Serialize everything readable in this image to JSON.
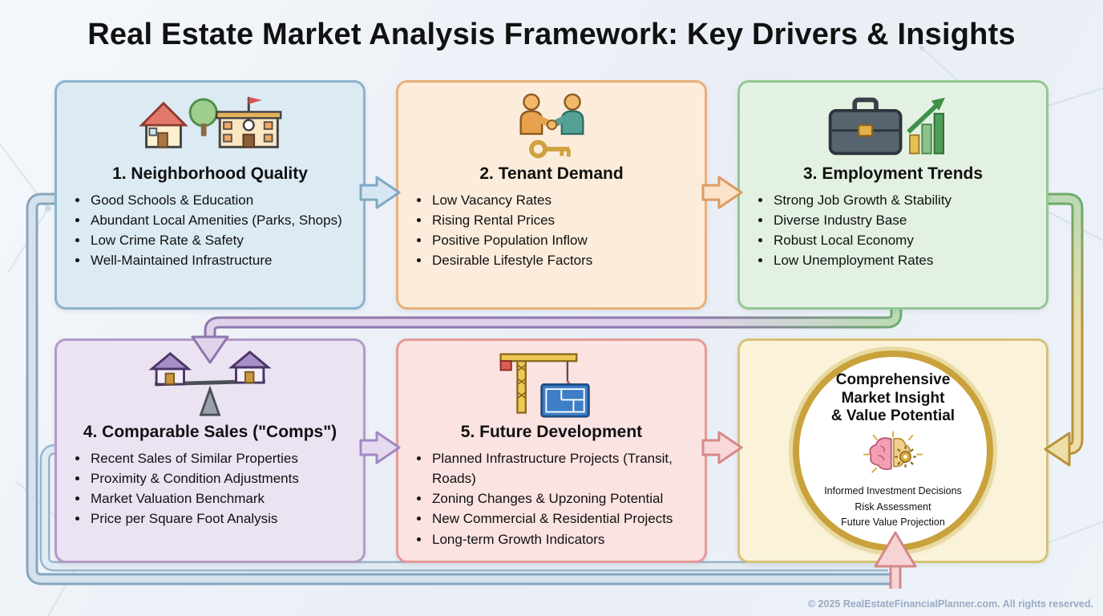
{
  "page": {
    "title": "Real Estate Market Analysis Framework: Key Drivers & Insights",
    "footer": "© 2025 RealEstateFinancialPlanner.com. All rights reserved.",
    "background": "#eef2f8"
  },
  "boxes": [
    {
      "id": "neighborhood-quality",
      "title": "1. Neighborhood Quality",
      "icon": "house-school-icon",
      "colors": {
        "bg": "#dceaf3",
        "border": "#8bb3cc"
      },
      "bullets": [
        "Good Schools & Education",
        "Abundant Local Amenities (Parks, Shops)",
        "Low Crime Rate & Safety",
        "Well-Maintained Infrastructure"
      ]
    },
    {
      "id": "tenant-demand",
      "title": "2. Tenant Demand",
      "icon": "handshake-key-icon",
      "colors": {
        "bg": "#fcecdb",
        "border": "#e9b078"
      },
      "bullets": [
        "Low Vacancy Rates",
        "Rising Rental Prices",
        "Positive Population Inflow",
        "Desirable Lifestyle Factors"
      ]
    },
    {
      "id": "employment-trends",
      "title": "3. Employment Trends",
      "icon": "briefcase-chart-icon",
      "colors": {
        "bg": "#e3f1e2",
        "border": "#93c793"
      },
      "bullets": [
        "Strong Job Growth & Stability",
        "Diverse Industry Base",
        "Robust Local Economy",
        "Low Unemployment Rates"
      ]
    },
    {
      "id": "comparable-sales",
      "title": "4. Comparable Sales (\"Comps\")",
      "icon": "scale-houses-icon",
      "colors": {
        "bg": "#ebe3f2",
        "border": "#b39bc8"
      },
      "bullets": [
        "Recent Sales of Similar Properties",
        "Proximity & Condition Adjustments",
        "Market Valuation Benchmark",
        "Price per Square Foot Analysis"
      ]
    },
    {
      "id": "future-development",
      "title": "5. Future Development",
      "icon": "crane-blueprint-icon",
      "colors": {
        "bg": "#fbe3e2",
        "border": "#e59a98"
      },
      "bullets": [
        "Planned Infrastructure Projects (Transit, Roads)",
        "Zoning Changes & Upzoning Potential",
        "New Commercial & Residential Projects",
        "Long-term Growth Indicators"
      ]
    }
  ],
  "summary": {
    "id": "market-insight",
    "title": "Comprehensive Market Insight & Value Potential",
    "title_lines": [
      "Comprehensive",
      "Market Insight",
      "& Value Potential"
    ],
    "icon": "brain-gear-icon",
    "colors": {
      "bg": "#faf3d9",
      "border": "#d6c376",
      "ring": "#c9a23c"
    },
    "outcomes": [
      "Informed Investment Decisions",
      "Risk Assessment",
      "Future Value Projection"
    ]
  },
  "connectors": [
    {
      "from": "neighborhood-quality",
      "to": "tenant-demand"
    },
    {
      "from": "tenant-demand",
      "to": "employment-trends"
    },
    {
      "from": "employment-trends",
      "to": "comparable-sales"
    },
    {
      "from": "comparable-sales",
      "to": "future-development"
    },
    {
      "from": "future-development",
      "to": "market-insight"
    },
    {
      "from": "employment-trends",
      "to": "market-insight"
    },
    {
      "from": "neighborhood-quality",
      "to": "market-insight"
    },
    {
      "from": "comparable-sales",
      "to": "market-insight"
    }
  ]
}
